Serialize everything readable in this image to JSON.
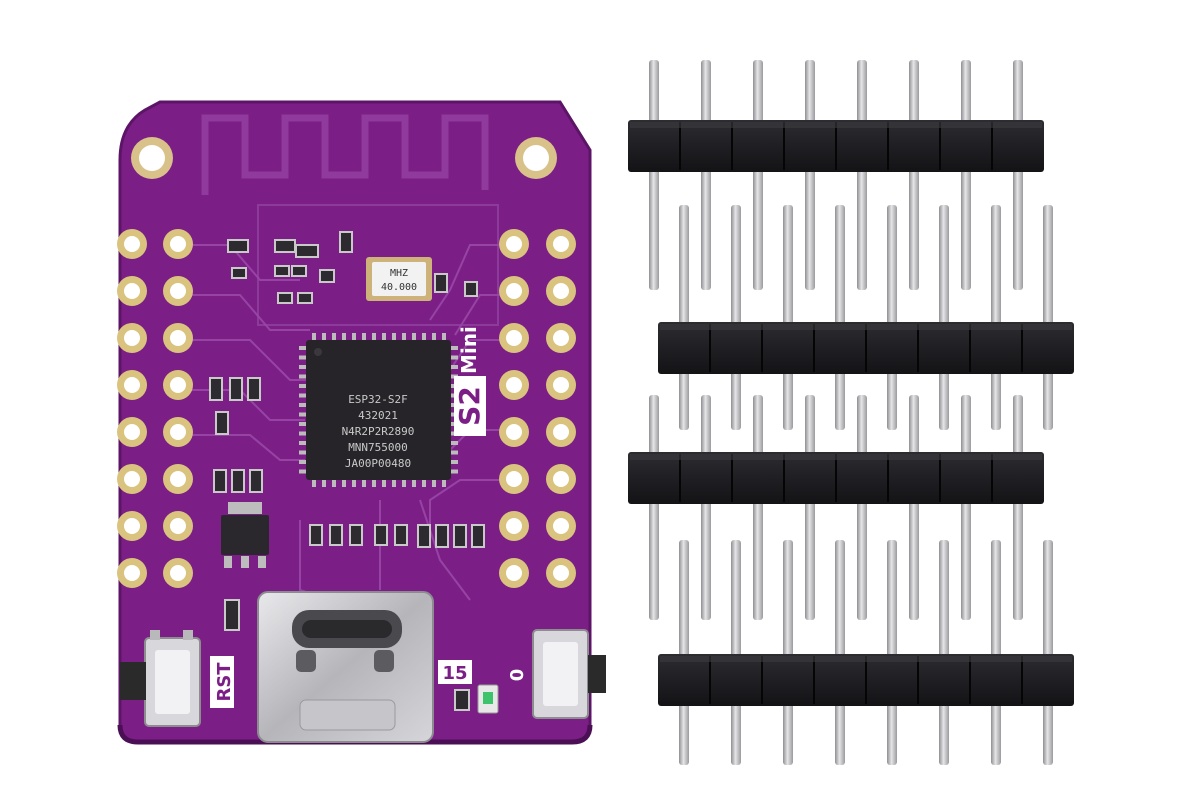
{
  "board": {
    "silkscreen_model_line": "S2",
    "silkscreen_model_suffix": "Mini",
    "label_reset": "RST",
    "label_pin15": "15",
    "label_pin0": "0",
    "pcb_color": "#7b1f86",
    "left_header_pins": 8,
    "right_header_pins": 8
  },
  "chip": {
    "line1": "ESP32-S2F",
    "line2": "432021",
    "line3": "N4R2P2R2890",
    "line4": "MNN755000",
    "line5": "JA00P00480"
  },
  "crystal": {
    "freq": "40.000",
    "unit": "MHZ"
  },
  "header_strips": {
    "count": 4,
    "pins_per_strip": 8,
    "plastic_color": "#1e1e22",
    "pin_color": "#b9b9bc"
  }
}
